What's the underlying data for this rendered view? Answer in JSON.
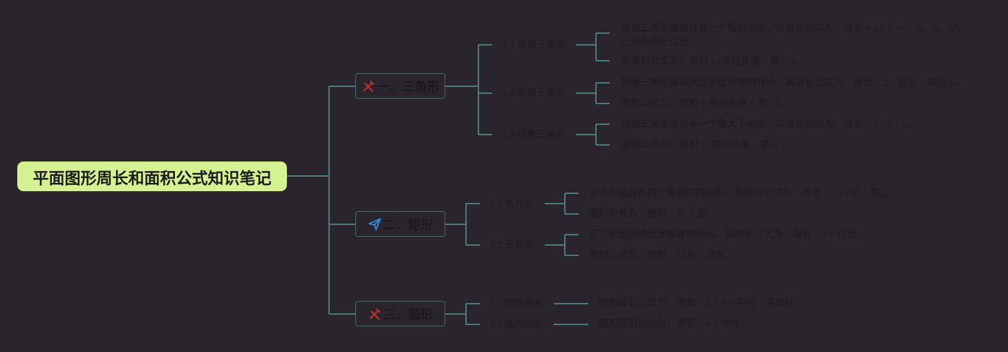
{
  "root": {
    "label": "平面图形周长和面积公式知识笔记"
  },
  "branches": [
    {
      "label": "一、三角形",
      "icon": "pencil-ruler-icon",
      "icon_color": "#c0322b",
      "children": [
        {
          "label": "1.1 直角三角形",
          "notes": [
            "直角三角形通常具有一个角为90度。其周长公式为：周长 = a + b + c （a、b、c为三角形的三边长）。",
            "而面积公式为：面积 = (底边长度 × 高) / 2。"
          ]
        },
        {
          "label": "1.2 等腰三角形",
          "notes": [
            "等腰三角形具有两边长度相等的特点。其周长公式为：周长 = 2 × 边长 + 底边长。",
            "面积公式为：面积 = 底边长度 × 高 / 2。"
          ]
        },
        {
          "label": "1.3 钝角三角形",
          "notes": [
            "钝角三角形至少有一个角大于90度。其周长公式为：周长 = a + b + c。",
            "面积公式为：面积 = (底边长度 × 高) / 2。"
          ]
        }
      ]
    },
    {
      "label": "二、矩形",
      "icon": "paper-plane-icon",
      "icon_color": "#2f8fd8",
      "children": [
        {
          "label": "2.1 长方形",
          "notes": [
            "长方形是具有四个直角的四边形。其周长公式为：周长 = 2 × (长 + 宽)。",
            "面积公式为：面积 = 长 × 宽。"
          ]
        },
        {
          "label": "2.2 正方形",
          "notes": [
            "正方形是四边长度相等的矩形。其周长公式为：周长 = 4 × 边长。",
            "面积公式为：面积 = 边长 × 边长。"
          ]
        }
      ]
    },
    {
      "label": "三、圆形",
      "icon": "pencil-ruler-icon",
      "icon_color": "#c0322b",
      "children": [
        {
          "label": "3.1 圆的周长",
          "notes": [
            "圆的周长公式为：周长 = 2 × π × 半径（或直径）。"
          ]
        },
        {
          "label": "3.2 圆的面积",
          "notes": [
            "圆的面积公式为：面积 = π × 半径²。"
          ]
        }
      ]
    }
  ],
  "colors": {
    "background": "#2a252c",
    "root_fill": "#d5f293",
    "connector": "#5a9a92",
    "node_border": "#4f6969"
  }
}
